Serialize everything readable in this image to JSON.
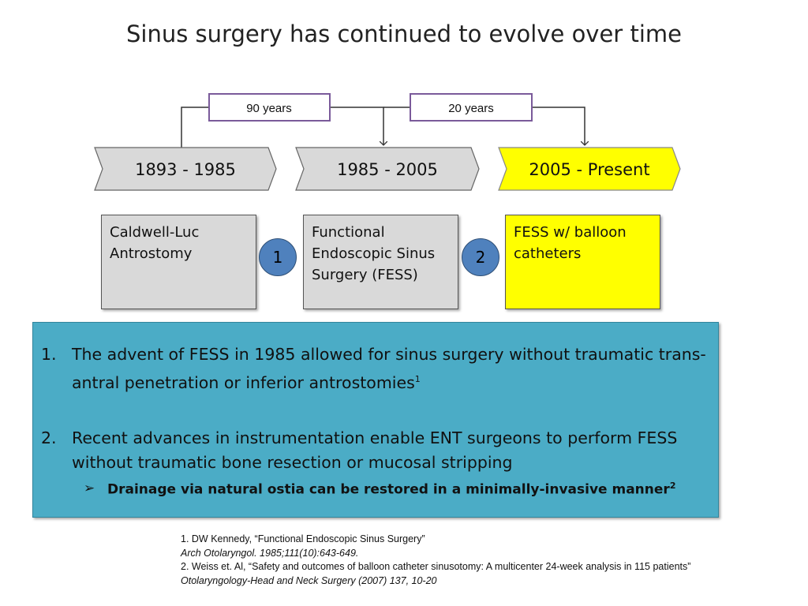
{
  "title": "Sinus surgery has continued to evolve over time",
  "spans": [
    {
      "label": "90 years"
    },
    {
      "label": "20 years"
    }
  ],
  "eras": [
    {
      "label": "1893 - 1985"
    },
    {
      "label": "1985 - 2005"
    },
    {
      "label": "2005 - Present"
    }
  ],
  "techniques": [
    {
      "lines": [
        "Caldwell-Luc",
        "Antrostomy"
      ]
    },
    {
      "lines": [
        "Functional",
        "Endoscopic Sinus",
        "Surgery (FESS)"
      ]
    },
    {
      "lines": [
        "FESS w/ balloon",
        "catheters"
      ]
    }
  ],
  "steps": [
    "1",
    "2"
  ],
  "points": [
    {
      "num": "1.",
      "lines": [
        "The advent of FESS in 1985 allowed for sinus surgery without traumatic trans-",
        "antral penetration or inferior antrostomies"
      ],
      "sup": "1"
    },
    {
      "num": "2.",
      "lines": [
        "Recent advances in instrumentation enable ENT surgeons to perform FESS",
        "without traumatic bone resection or mucosal stripping"
      ]
    }
  ],
  "subpoint": {
    "text": "Drainage via natural ostia can be restored in a minimally-invasive manner",
    "sup": "2"
  },
  "references": [
    {
      "line1": "1. DW Kennedy, “Functional Endoscopic Sinus Surgery”",
      "line2": "Arch Otolaryngol. 1985;111(10):643-649."
    },
    {
      "line1": "2. Weiss et. Al, “Safety and outcomes of balloon catheter sinusotomy: A multicenter 24-week analysis in 115 patients”",
      "line2": "Otolaryngology-Head and Neck Surgery (2007) 137, 10-20"
    }
  ],
  "colors": {
    "gray": "#d9d9d9",
    "yellow": "#ffff00",
    "panel": "#4bacc6",
    "circle": "#4f81bd",
    "span_border": "#7a5a9a"
  }
}
